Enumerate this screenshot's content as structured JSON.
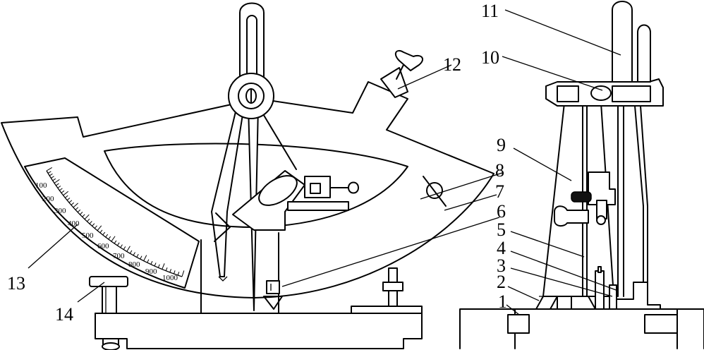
{
  "labels": {
    "l1": "1",
    "l2": "2",
    "l3": "3",
    "l4": "4",
    "l5": "5",
    "l6": "6",
    "l7": "7",
    "l8": "8",
    "l9": "9",
    "l10": "10",
    "l11": "11",
    "l12": "12",
    "l13": "13",
    "l14": "14"
  },
  "scale": [
    "100",
    "200",
    "300",
    "400",
    "500",
    "600",
    "700",
    "800",
    "900",
    "1000"
  ]
}
